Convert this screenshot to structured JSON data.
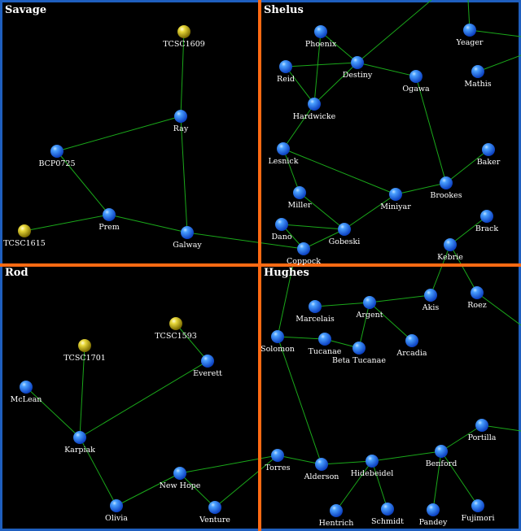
{
  "map": {
    "quadrants": [
      "Savage",
      "Shelus",
      "Rod",
      "Hughes"
    ],
    "colors": {
      "background": "#000000",
      "border": "#1f5fbf",
      "divider": "#ff6a13",
      "link": "#1aa81a",
      "system": "#1e6ef0",
      "special": "#d6c326",
      "label": "#ffffff"
    },
    "nodes": [
      {
        "id": "tcsc1609",
        "name": "TCSC1609",
        "kind": "special"
      },
      {
        "id": "ray",
        "name": "Ray",
        "kind": "system"
      },
      {
        "id": "bcp0725",
        "name": "BCP0725",
        "kind": "system"
      },
      {
        "id": "prem",
        "name": "Prem",
        "kind": "system"
      },
      {
        "id": "tcsc1615",
        "name": "TCSC1615",
        "kind": "special"
      },
      {
        "id": "galway",
        "name": "Galway",
        "kind": "system"
      },
      {
        "id": "phoenix",
        "name": "Phoenix",
        "kind": "system"
      },
      {
        "id": "reid",
        "name": "Reid",
        "kind": "system"
      },
      {
        "id": "destiny",
        "name": "Destiny",
        "kind": "system"
      },
      {
        "id": "ogawa",
        "name": "Ogawa",
        "kind": "system"
      },
      {
        "id": "yeager",
        "name": "Yeager",
        "kind": "system"
      },
      {
        "id": "mathis",
        "name": "Mathis",
        "kind": "system"
      },
      {
        "id": "hardwicke",
        "name": "Hardwicke",
        "kind": "system"
      },
      {
        "id": "lesnick",
        "name": "Lesnick",
        "kind": "system"
      },
      {
        "id": "baker",
        "name": "Baker",
        "kind": "system"
      },
      {
        "id": "brookes",
        "name": "Brookes",
        "kind": "system"
      },
      {
        "id": "miller",
        "name": "Miller",
        "kind": "system"
      },
      {
        "id": "miniyar",
        "name": "Miniyar",
        "kind": "system"
      },
      {
        "id": "dano",
        "name": "Dano",
        "kind": "system"
      },
      {
        "id": "gobeski",
        "name": "Gobeski",
        "kind": "system"
      },
      {
        "id": "coppock",
        "name": "Coppock",
        "kind": "system"
      },
      {
        "id": "brack",
        "name": "Brack",
        "kind": "system"
      },
      {
        "id": "kebrie",
        "name": "Kebrie",
        "kind": "system"
      },
      {
        "id": "tcsc1593",
        "name": "TCSC1593",
        "kind": "special"
      },
      {
        "id": "tcsc1701",
        "name": "TCSC1701",
        "kind": "special"
      },
      {
        "id": "everett",
        "name": "Everett",
        "kind": "system"
      },
      {
        "id": "mclean",
        "name": "McLean",
        "kind": "system"
      },
      {
        "id": "karpiak",
        "name": "Karpiak",
        "kind": "system"
      },
      {
        "id": "newhope",
        "name": "New Hope",
        "kind": "system"
      },
      {
        "id": "olivia",
        "name": "Olivia",
        "kind": "system"
      },
      {
        "id": "venture",
        "name": "Venture",
        "kind": "system"
      },
      {
        "id": "akis",
        "name": "Akis",
        "kind": "system"
      },
      {
        "id": "roez",
        "name": "Roez",
        "kind": "system"
      },
      {
        "id": "marcelais",
        "name": "Marcelais",
        "kind": "system"
      },
      {
        "id": "argent",
        "name": "Argent",
        "kind": "system"
      },
      {
        "id": "solomon",
        "name": "Solomon",
        "kind": "system"
      },
      {
        "id": "tucanae",
        "name": "Tucanae",
        "kind": "system"
      },
      {
        "id": "betatucanae",
        "name": "Beta Tucanae",
        "kind": "system"
      },
      {
        "id": "arcadia",
        "name": "Arcadia",
        "kind": "system"
      },
      {
        "id": "portilla",
        "name": "Portilla",
        "kind": "system"
      },
      {
        "id": "torres",
        "name": "Torres",
        "kind": "system"
      },
      {
        "id": "alderson",
        "name": "Alderson",
        "kind": "system"
      },
      {
        "id": "hidebeidel",
        "name": "Hidebeidel",
        "kind": "system"
      },
      {
        "id": "benford",
        "name": "Benford",
        "kind": "system"
      },
      {
        "id": "hentrich",
        "name": "Hentrich",
        "kind": "system"
      },
      {
        "id": "schmidt",
        "name": "Schmidt",
        "kind": "system"
      },
      {
        "id": "pandey",
        "name": "Pandey",
        "kind": "system"
      },
      {
        "id": "fujimori",
        "name": "Fujimori",
        "kind": "system"
      }
    ],
    "links": [
      [
        "tcsc1609",
        "ray"
      ],
      [
        "ray",
        "bcp0725"
      ],
      [
        "ray",
        "galway"
      ],
      [
        "bcp0725",
        "prem"
      ],
      [
        "prem",
        "tcsc1615"
      ],
      [
        "prem",
        "galway"
      ],
      [
        "galway",
        "coppock"
      ],
      [
        "phoenix",
        "destiny"
      ],
      [
        "phoenix",
        "hardwicke"
      ],
      [
        "reid",
        "destiny"
      ],
      [
        "reid",
        "hardwicke"
      ],
      [
        "destiny",
        "hardwicke"
      ],
      [
        "destiny",
        "ogawa"
      ],
      [
        "destiny",
        "edge_tr1"
      ],
      [
        "yeager",
        "edge_tr2"
      ],
      [
        "yeager",
        "edge_tr3"
      ],
      [
        "mathis",
        "edge_tr4"
      ],
      [
        "hardwicke",
        "lesnick"
      ],
      [
        "lesnick",
        "miller"
      ],
      [
        "lesnick",
        "miniyar"
      ],
      [
        "ogawa",
        "brookes"
      ],
      [
        "brookes",
        "miniyar"
      ],
      [
        "brookes",
        "baker"
      ],
      [
        "miniyar",
        "gobeski"
      ],
      [
        "miller",
        "gobeski"
      ],
      [
        "dano",
        "gobeski"
      ],
      [
        "dano",
        "coppock"
      ],
      [
        "gobeski",
        "coppock"
      ],
      [
        "brack",
        "kebrie"
      ],
      [
        "kebrie",
        "akis"
      ],
      [
        "kebrie",
        "roez"
      ],
      [
        "roez",
        "edge_r1"
      ],
      [
        "tcsc1593",
        "everett"
      ],
      [
        "everett",
        "karpiak"
      ],
      [
        "tcsc1701",
        "karpiak"
      ],
      [
        "mclean",
        "karpiak"
      ],
      [
        "karpiak",
        "olivia"
      ],
      [
        "olivia",
        "newhope"
      ],
      [
        "newhope",
        "venture"
      ],
      [
        "newhope",
        "torres"
      ],
      [
        "venture",
        "torres"
      ],
      [
        "akis",
        "argent"
      ],
      [
        "marcelais",
        "argent"
      ],
      [
        "argent",
        "betatucanae"
      ],
      [
        "argent",
        "arcadia"
      ],
      [
        "solomon",
        "edge_sol"
      ],
      [
        "solomon",
        "tucanae"
      ],
      [
        "solomon",
        "alderson"
      ],
      [
        "tucanae",
        "betatucanae"
      ],
      [
        "torres",
        "alderson"
      ],
      [
        "alderson",
        "hidebeidel"
      ],
      [
        "hidebeidel",
        "benford"
      ],
      [
        "hidebeidel",
        "hentrich"
      ],
      [
        "hidebeidel",
        "schmidt"
      ],
      [
        "benford",
        "portilla"
      ],
      [
        "benford",
        "pandey"
      ],
      [
        "benford",
        "fujimori"
      ],
      [
        "portilla",
        "edge_r2"
      ]
    ]
  }
}
